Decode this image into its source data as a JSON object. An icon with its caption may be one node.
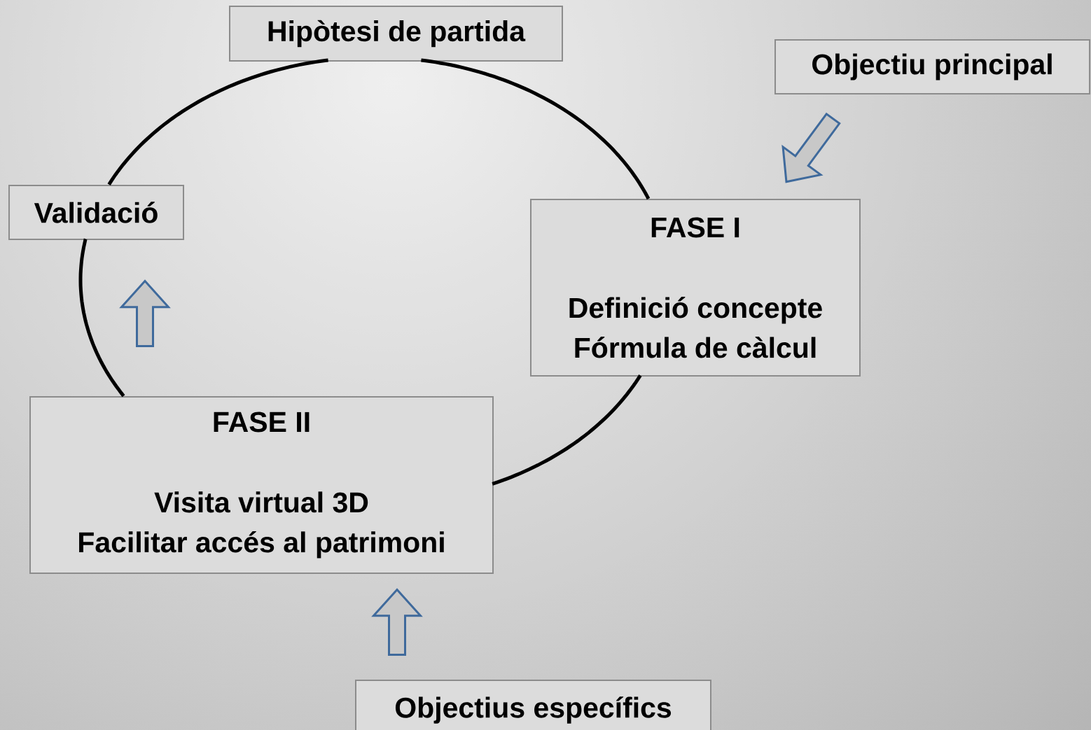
{
  "diagram": {
    "nodes": [
      {
        "text": [
          "Hipòtesi de partida"
        ]
      },
      {
        "text": [
          "Objectiu principal"
        ]
      },
      {
        "text": [
          "Validació"
        ]
      },
      {
        "text": [
          "FASE I",
          "Definició concepte",
          "Fórmula de càlcul"
        ]
      },
      {
        "text": [
          "FASE II",
          "Visita virtual 3D",
          "Facilitar accés al patrimoni"
        ]
      },
      {
        "text": [
          "Objectius específics"
        ]
      }
    ],
    "edges": [
      {
        "from": 0,
        "to": 3,
        "arrow": "none"
      },
      {
        "from": 3,
        "to": 4,
        "arrow": "none"
      },
      {
        "from": 4,
        "to": 2,
        "arrow": "none"
      },
      {
        "from": 2,
        "to": 0,
        "arrow": "none"
      },
      {
        "from": 1,
        "to": 3,
        "arrow": "to"
      },
      {
        "from": 5,
        "to": 4,
        "arrow": "to"
      },
      {
        "from": 4,
        "to": 2,
        "arrow": "to"
      }
    ]
  }
}
